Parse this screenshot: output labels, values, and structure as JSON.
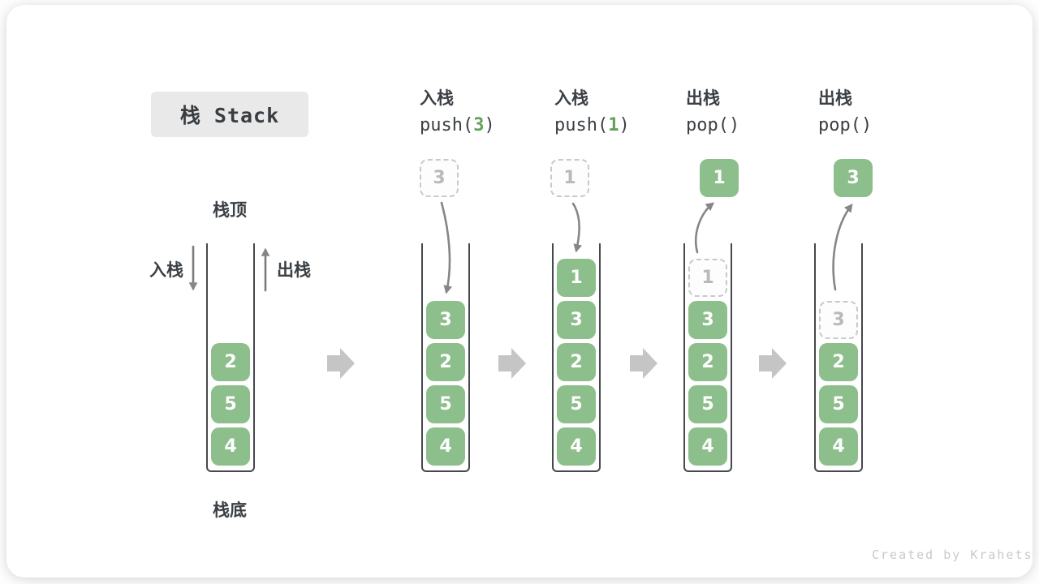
{
  "title": "栈 Stack",
  "watermark": "Created by Krahets",
  "colors": {
    "box_green": "#8CBF8B",
    "code_arg_green": "#62a258",
    "arrow_gray": "#868686",
    "separator_arrow_gray": "#c5c5c5",
    "wall_dark": "#44494d",
    "title_bg": "#e9e9e9",
    "ghost_border": "#c9c9c9"
  },
  "base_stack": {
    "top_label": "栈顶",
    "bottom_label": "栈底",
    "push_arrow_label": "入栈",
    "pop_arrow_label": "出栈",
    "items": [
      "2",
      "5",
      "4"
    ]
  },
  "steps": [
    {
      "op_label": "入栈",
      "code_prefix": "push(",
      "code_arg": "3",
      "code_suffix": ")",
      "floating_value": "3",
      "floating_style": "ghost",
      "items": [
        {
          "value": "3",
          "style": "solid"
        },
        {
          "value": "2",
          "style": "solid"
        },
        {
          "value": "5",
          "style": "solid"
        },
        {
          "value": "4",
          "style": "solid"
        }
      ]
    },
    {
      "op_label": "入栈",
      "code_prefix": "push(",
      "code_arg": "1",
      "code_suffix": ")",
      "floating_value": "1",
      "floating_style": "ghost",
      "items": [
        {
          "value": "1",
          "style": "solid"
        },
        {
          "value": "3",
          "style": "solid"
        },
        {
          "value": "2",
          "style": "solid"
        },
        {
          "value": "5",
          "style": "solid"
        },
        {
          "value": "4",
          "style": "solid"
        }
      ]
    },
    {
      "op_label": "出栈",
      "code_prefix": "pop(",
      "code_arg": "",
      "code_suffix": ")",
      "floating_value": "1",
      "floating_style": "solid",
      "items": [
        {
          "value": "1",
          "style": "ghost"
        },
        {
          "value": "3",
          "style": "solid"
        },
        {
          "value": "2",
          "style": "solid"
        },
        {
          "value": "5",
          "style": "solid"
        },
        {
          "value": "4",
          "style": "solid"
        }
      ]
    },
    {
      "op_label": "出栈",
      "code_prefix": "pop(",
      "code_arg": "",
      "code_suffix": ")",
      "floating_value": "3",
      "floating_style": "solid",
      "items": [
        {
          "value": "3",
          "style": "ghost"
        },
        {
          "value": "2",
          "style": "solid"
        },
        {
          "value": "5",
          "style": "solid"
        },
        {
          "value": "4",
          "style": "solid"
        }
      ]
    }
  ]
}
